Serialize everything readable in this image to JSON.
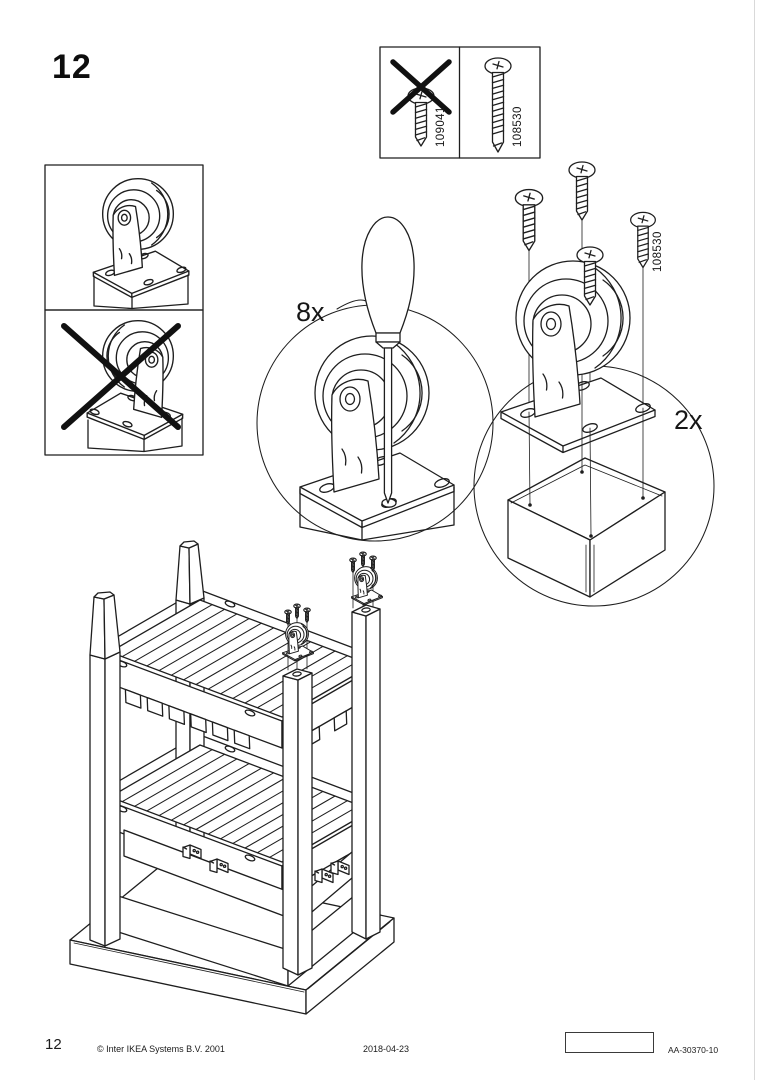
{
  "step": {
    "number": "12"
  },
  "parts_panel": {
    "wrong_screw": {
      "part_number": "109041"
    },
    "correct_screw": {
      "part_number": "108530"
    }
  },
  "callouts": {
    "screwdriver_quantity": "8x",
    "caster_quantity": "2x",
    "screw_part_number": "108530"
  },
  "footer": {
    "page_number": "12",
    "copyright": "© Inter IKEA Systems B.V. 2001",
    "date": "2018-04-23",
    "document_code": "AA-30370-10"
  }
}
